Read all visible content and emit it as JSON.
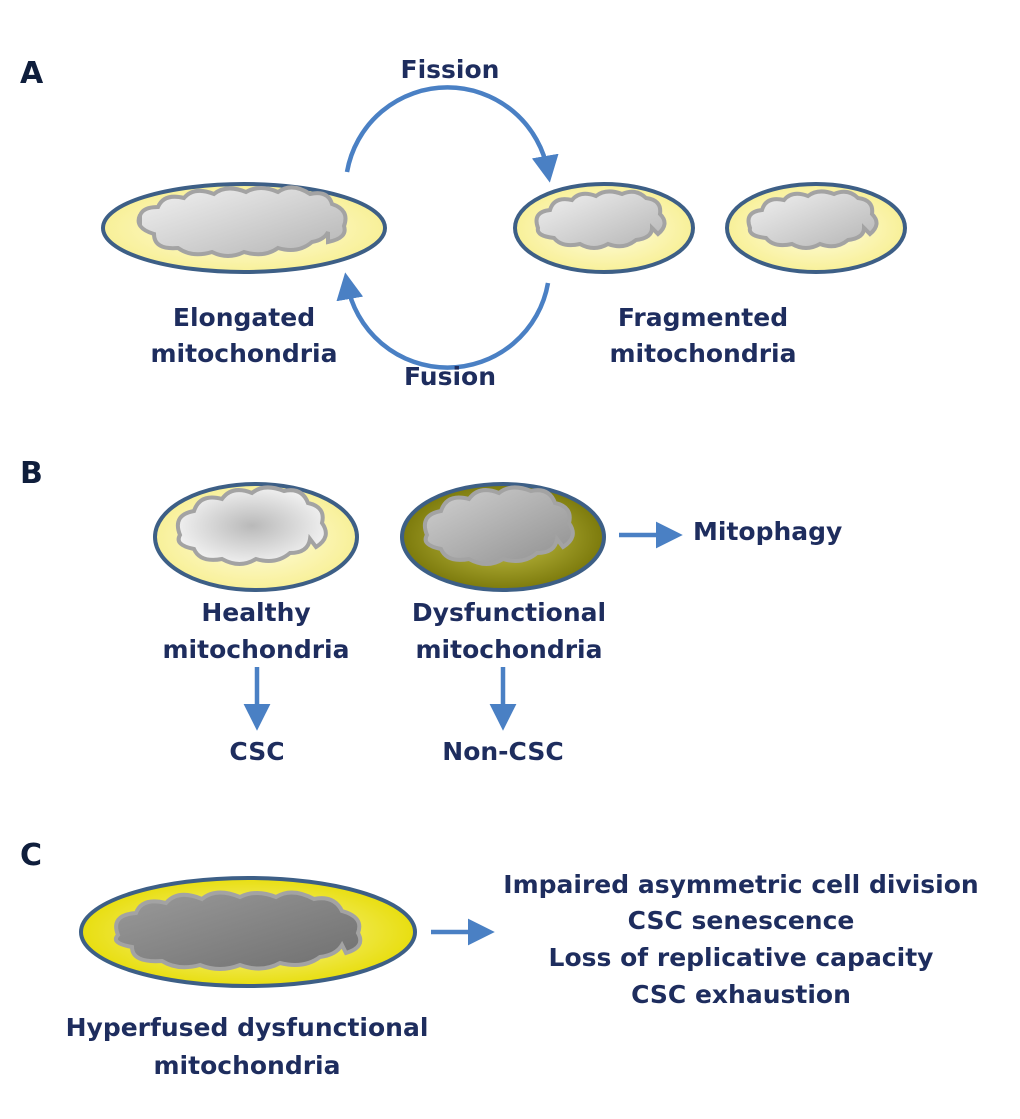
{
  "panels": {
    "a": {
      "letter": "A",
      "fission": "Fission",
      "fusion": "Fusion",
      "elongated": [
        "Elongated",
        "mitochondria"
      ],
      "fragmented": [
        "Fragmented",
        "mitochondria"
      ]
    },
    "b": {
      "letter": "B",
      "mitophagy": "Mitophagy",
      "healthy": [
        "Healthy",
        "mitochondria"
      ],
      "dysfunctional": [
        "Dysfunctional",
        "mitochondria"
      ],
      "csc": "CSC",
      "non_csc": "Non-CSC"
    },
    "c": {
      "letter": "C",
      "hyperfused": [
        "Hyperfused dysfunctional",
        "mitochondria"
      ],
      "outcomes": [
        "Impaired asymmetric cell division",
        "CSC senescence",
        "Loss of replicative capacity",
        "CSC exhaustion"
      ]
    }
  },
  "colors": {
    "text": "#1e2d5e",
    "letter": "#0f1e3c",
    "arrow": "#4a80c4",
    "outline": "#3d5f86",
    "membrane_yellow": "#faf3a6",
    "membrane_olive": "#8a8a14",
    "membrane_bright": "#f0e829",
    "cristae_outline": "#a3a3a3"
  }
}
